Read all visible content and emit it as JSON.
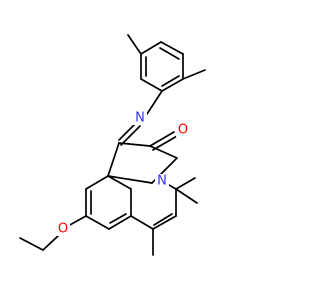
{
  "colors": {
    "background": "#ffffff",
    "bond": "#000000",
    "nitrogen": "#3333ff",
    "oxygen": "#ff0000"
  },
  "atoms": {
    "imine_n": "N",
    "ring_n": "N",
    "carbonyl_o": "O",
    "ether_o": "O"
  }
}
